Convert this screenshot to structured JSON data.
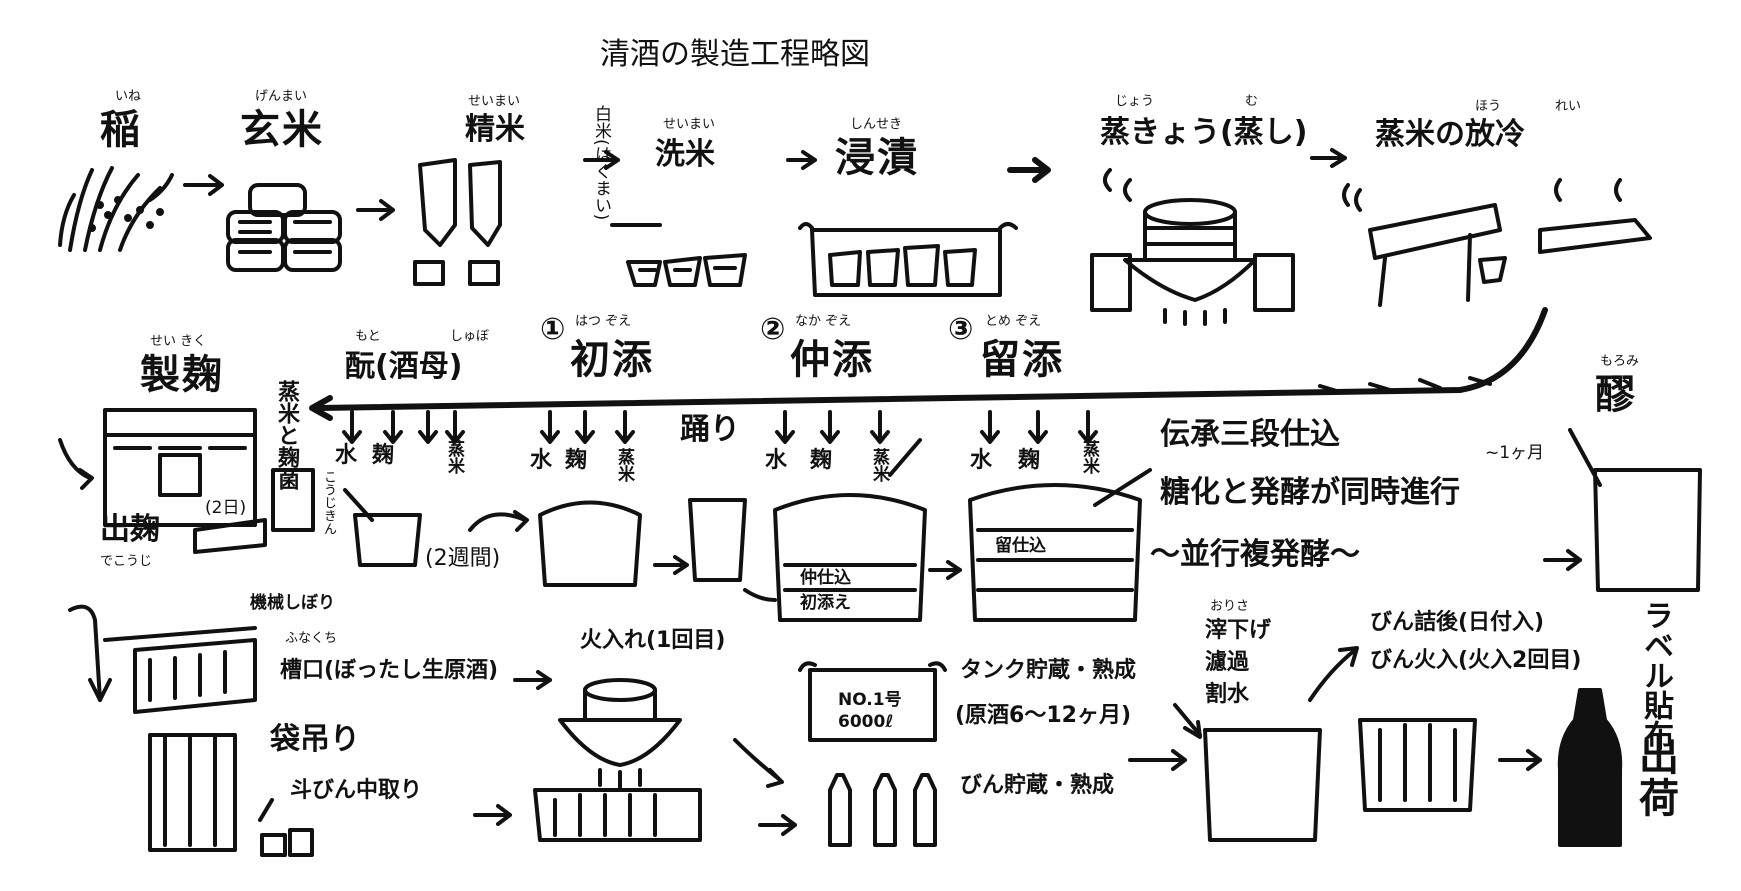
{
  "title": "清酒の製造工程略図",
  "colors": {
    "ink": "#111111",
    "paper": "#ffffff"
  },
  "steps": {
    "ine": {
      "label": "稲",
      "ruby": "いね"
    },
    "genmai": {
      "label": "玄米",
      "ruby": "げんまい"
    },
    "seimai": {
      "label": "精米",
      "ruby": "せいまい"
    },
    "hakumai": {
      "label": "白米(はくまい)"
    },
    "senmai": {
      "label": "洗米",
      "ruby": "せいまい"
    },
    "shinseki": {
      "label": "浸漬",
      "ruby": "しんせき"
    },
    "joukyou": {
      "label": "蒸きょう(蒸し)",
      "ruby": "じょう",
      "ruby2": "む"
    },
    "houreii": {
      "label": "蒸米の放冷",
      "ruby": "ほう",
      "ruby2": "れい"
    },
    "seikiku": {
      "label": "製麹",
      "ruby": "せい きく",
      "days": "(2日)",
      "dekoji": "出麹",
      "dekoji_ruby": "でこうじ",
      "side": "蒸米と麹菌",
      "side_ruby": "こうじきん"
    },
    "moto": {
      "label": "酛(酒母)",
      "ruby": "もと",
      "ruby2": "しゅぼ",
      "period": "(2週間)"
    },
    "hatsuzoe": {
      "num": "①",
      "label": "初添",
      "ruby": "はつ ぞえ"
    },
    "nakazoe": {
      "num": "②",
      "label": "仲添",
      "ruby": "なか ぞえ"
    },
    "tomezoe": {
      "num": "③",
      "label": "留添",
      "ruby": "とめ ぞえ"
    },
    "odori": {
      "label": "踊り"
    },
    "moromi": {
      "label": "醪",
      "ruby": "もろみ",
      "period": "~1ヶ月"
    }
  },
  "ingredients": {
    "mizu": "水",
    "koji": "麹",
    "jouma": "蒸米"
  },
  "tanks": {
    "hatsu_layer": "初添え",
    "naka_layer": "仲仕込",
    "tome_layer": "留仕込"
  },
  "method": {
    "title": "伝承三段仕込",
    "line1": "糖化と発酵が同時進行",
    "line2": "〜並行複発酵〜"
  },
  "pressing": {
    "kikai": "機械しぼり",
    "fune": "槽口(ぼったし生原酒)",
    "fune_ruby": "ふなくち",
    "fukuro": "袋吊り",
    "tobin": "斗びん中取り"
  },
  "hiire1": {
    "label": "火入れ(1回目)"
  },
  "storage": {
    "tank_label": "NO.1号",
    "tank_vol": "6000ℓ",
    "tank_storage": "タンク貯蔵・熟成",
    "tank_period": "(原酒6〜12ヶ月)",
    "bin_storage": "びん貯蔵・熟成"
  },
  "filtering": {
    "label1": "滓下げ",
    "label2": "濾過",
    "label3": "割水",
    "ruby": "おりさ"
  },
  "bottling": {
    "line1": "びん詰後(日付入)",
    "line2": "びん火入(火入2回目)"
  },
  "shipping": {
    "label": "ラベル貼布",
    "ship": "出荷"
  }
}
